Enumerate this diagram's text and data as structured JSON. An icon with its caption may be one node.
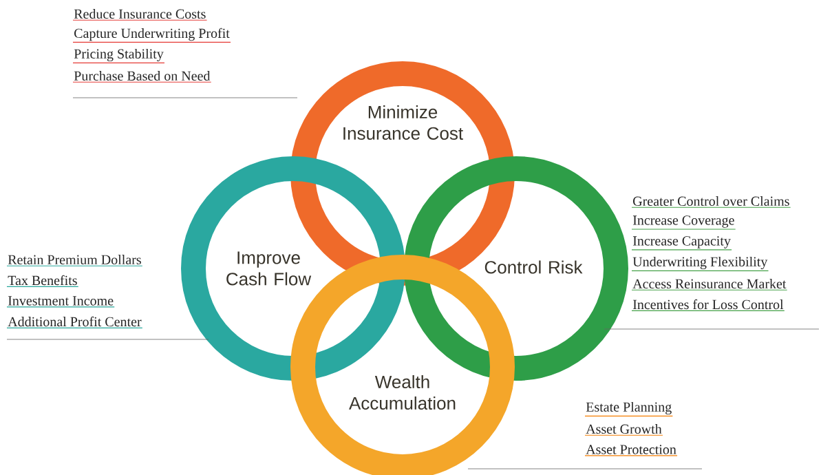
{
  "diagram": {
    "nodes": [
      {
        "text": [
          "Minimize Insurance Cost"
        ]
      },
      {
        "text": [
          "Improve Cash Flow"
        ]
      },
      {
        "text": [
          "Control Risk"
        ]
      },
      {
        "text": [
          "Wealth Accumulation"
        ]
      }
    ],
    "labels": [
      "Reduce Insurance Costs",
      "Capture Underwriting Profit",
      "Pricing Stability",
      "Purchase Based on Need",
      "Greater Control over Claims",
      "Increase Coverage",
      "Increase Capacity",
      "Underwriting Flexibility",
      "Access Reinsurance Market",
      "Incentives for Loss Control",
      "Retain Premium Dollars",
      "Tax Benefits",
      "Investment Income",
      "Additional Profit Center",
      "Estate Planning",
      "Asset Growth",
      "Asset Protection"
    ]
  }
}
